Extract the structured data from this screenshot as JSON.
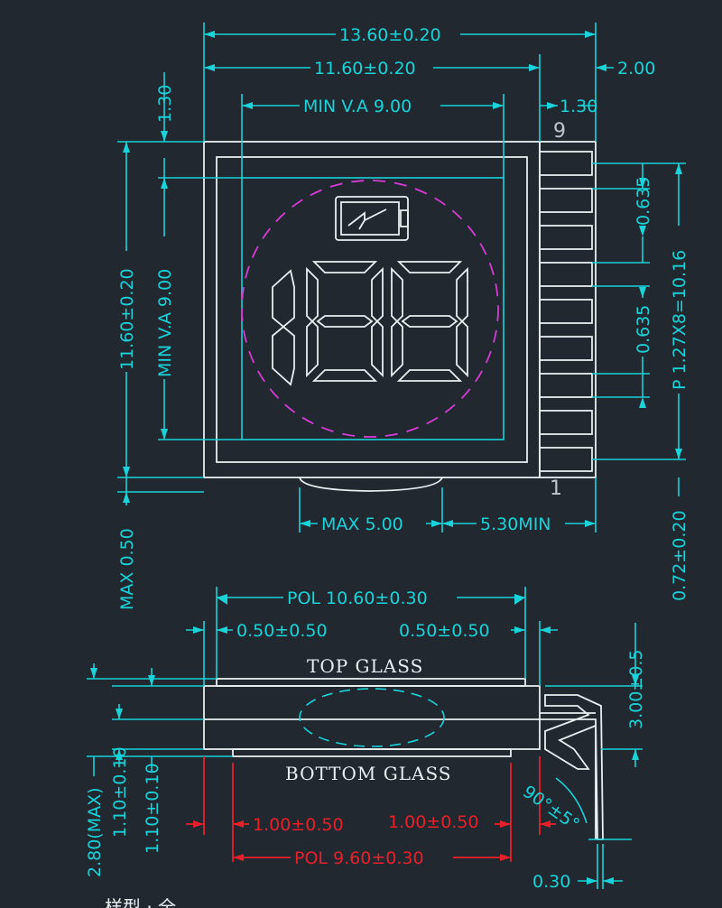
{
  "dims": {
    "overall_width": "13.60±0.20",
    "glass_width": "11.60±0.20",
    "pin_length": "2.00",
    "va_width": "MIN  V.A  9.00",
    "pin_offset": "1.30",
    "top_offset": "1.30",
    "glass_height": "11.60±0.20",
    "va_height": "MIN  V.A  9.00",
    "pin_width_top": "0.635",
    "pin_width_mid": "0.635",
    "pitch": "P  1.27X8=10.16",
    "pin1": "1",
    "pin9": "9",
    "max_tab": "MAX  5.00",
    "min_530": "5.30MIN",
    "max_050": "MAX  0.50",
    "pin_thickness": "0.72±0.20",
    "pol_top": "POL  10.60±0.30",
    "left_050": "0.50±0.50",
    "right_050": "0.50±0.50",
    "top_glass": "TOP  GLASS",
    "bottom_glass": "BOTTOM  GLASS",
    "height_300": "3.00±0.5",
    "total_height": "2.80(MAX)",
    "glass_thk_1": "1.10±0.10",
    "glass_thk_2": "1.10±0.10",
    "angle": "90°±5°",
    "left_100": "1.00±0.50",
    "right_100": "1.00±0.50",
    "pol_bottom": "POL  9.60±0.30",
    "pin_030": "0.30",
    "footer_text": "样型 · 全"
  },
  "colors": {
    "background": "#212830",
    "dimension": "#19d3d9",
    "body": "#e9eef0",
    "viewing_circle": "#d63bd6",
    "bottom_dims": "#e8202a"
  },
  "icons": {
    "battery": "battery-charging-icon",
    "digits": "seven-segment-188"
  }
}
